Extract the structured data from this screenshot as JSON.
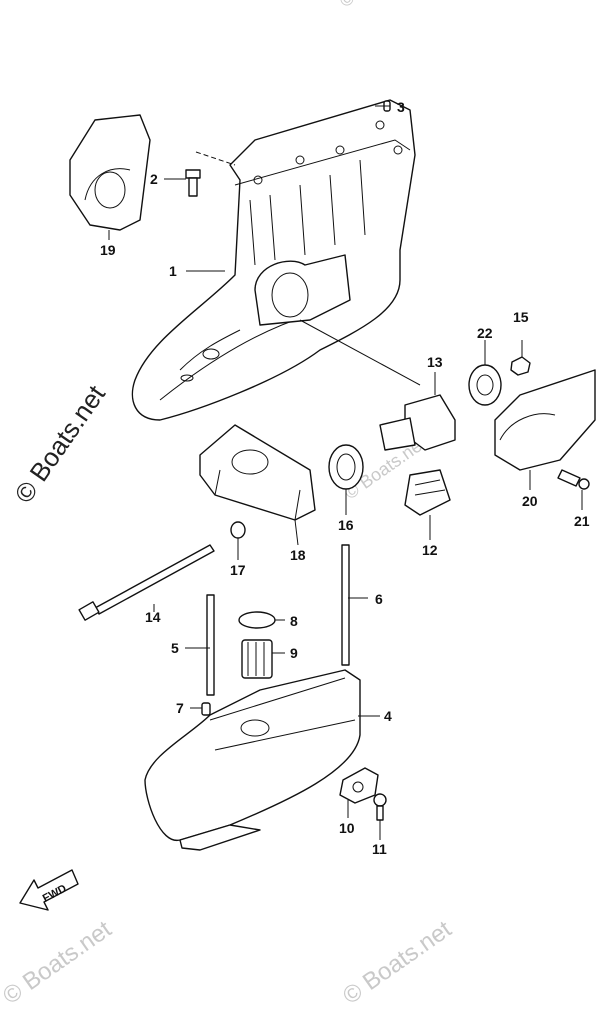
{
  "watermark": {
    "main_text": "© Boats.net",
    "faint_text": "© Boats.net"
  },
  "fwd_label": "FWD",
  "callouts": [
    "1",
    "2",
    "3",
    "4",
    "5",
    "6",
    "7",
    "8",
    "9",
    "10",
    "11",
    "12",
    "13",
    "14",
    "15",
    "16",
    "17",
    "18",
    "19",
    "20",
    "21",
    "22"
  ]
}
